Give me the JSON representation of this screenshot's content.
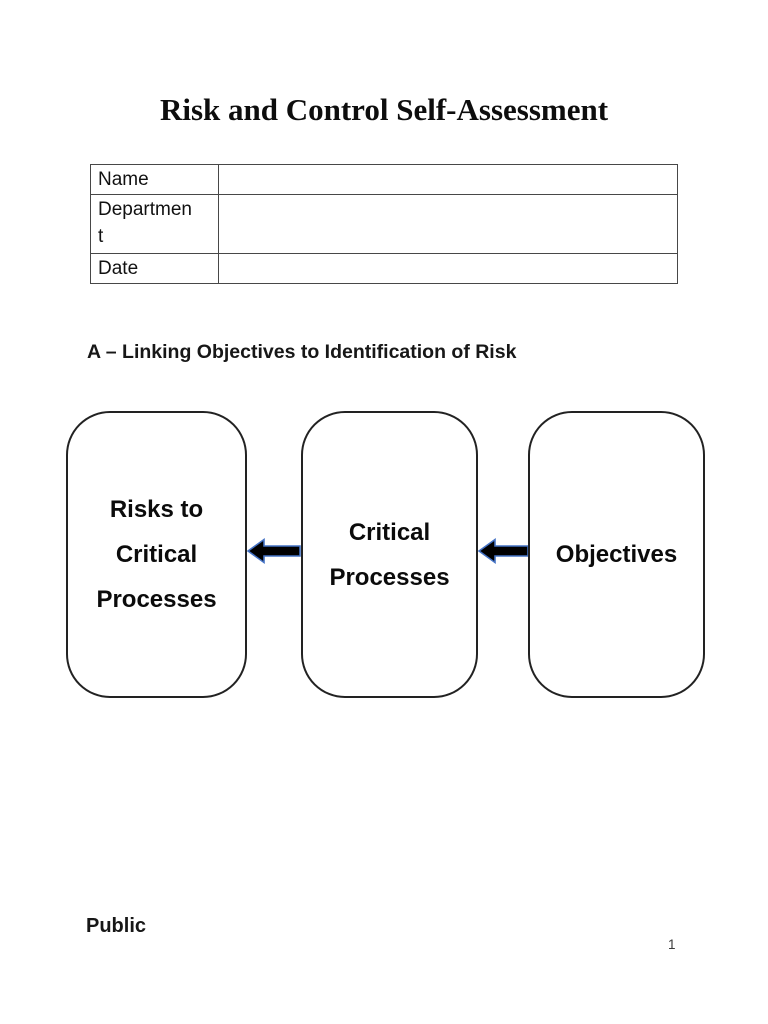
{
  "document": {
    "title": "Risk and Control Self-Assessment",
    "section_heading": "A – Linking Objectives to Identification of Risk",
    "footer_label": "Public",
    "page_number": "1"
  },
  "form_table": {
    "rows": [
      {
        "label": "Name",
        "value": ""
      },
      {
        "label": "Department",
        "value": ""
      },
      {
        "label": "Date",
        "value": ""
      }
    ]
  },
  "diagram": {
    "boxes": [
      {
        "label": "Risks to Critical Processes"
      },
      {
        "label": "Critical Processes"
      },
      {
        "label": "Objectives"
      }
    ],
    "arrows": [
      {
        "direction": "left",
        "from": "Critical Processes",
        "to": "Risks to Critical Processes"
      },
      {
        "direction": "left",
        "from": "Objectives",
        "to": "Critical Processes"
      }
    ],
    "colors": {
      "arrow_fill": "#000000",
      "arrow_outline": "#4472c4",
      "box_border": "#222222"
    }
  }
}
